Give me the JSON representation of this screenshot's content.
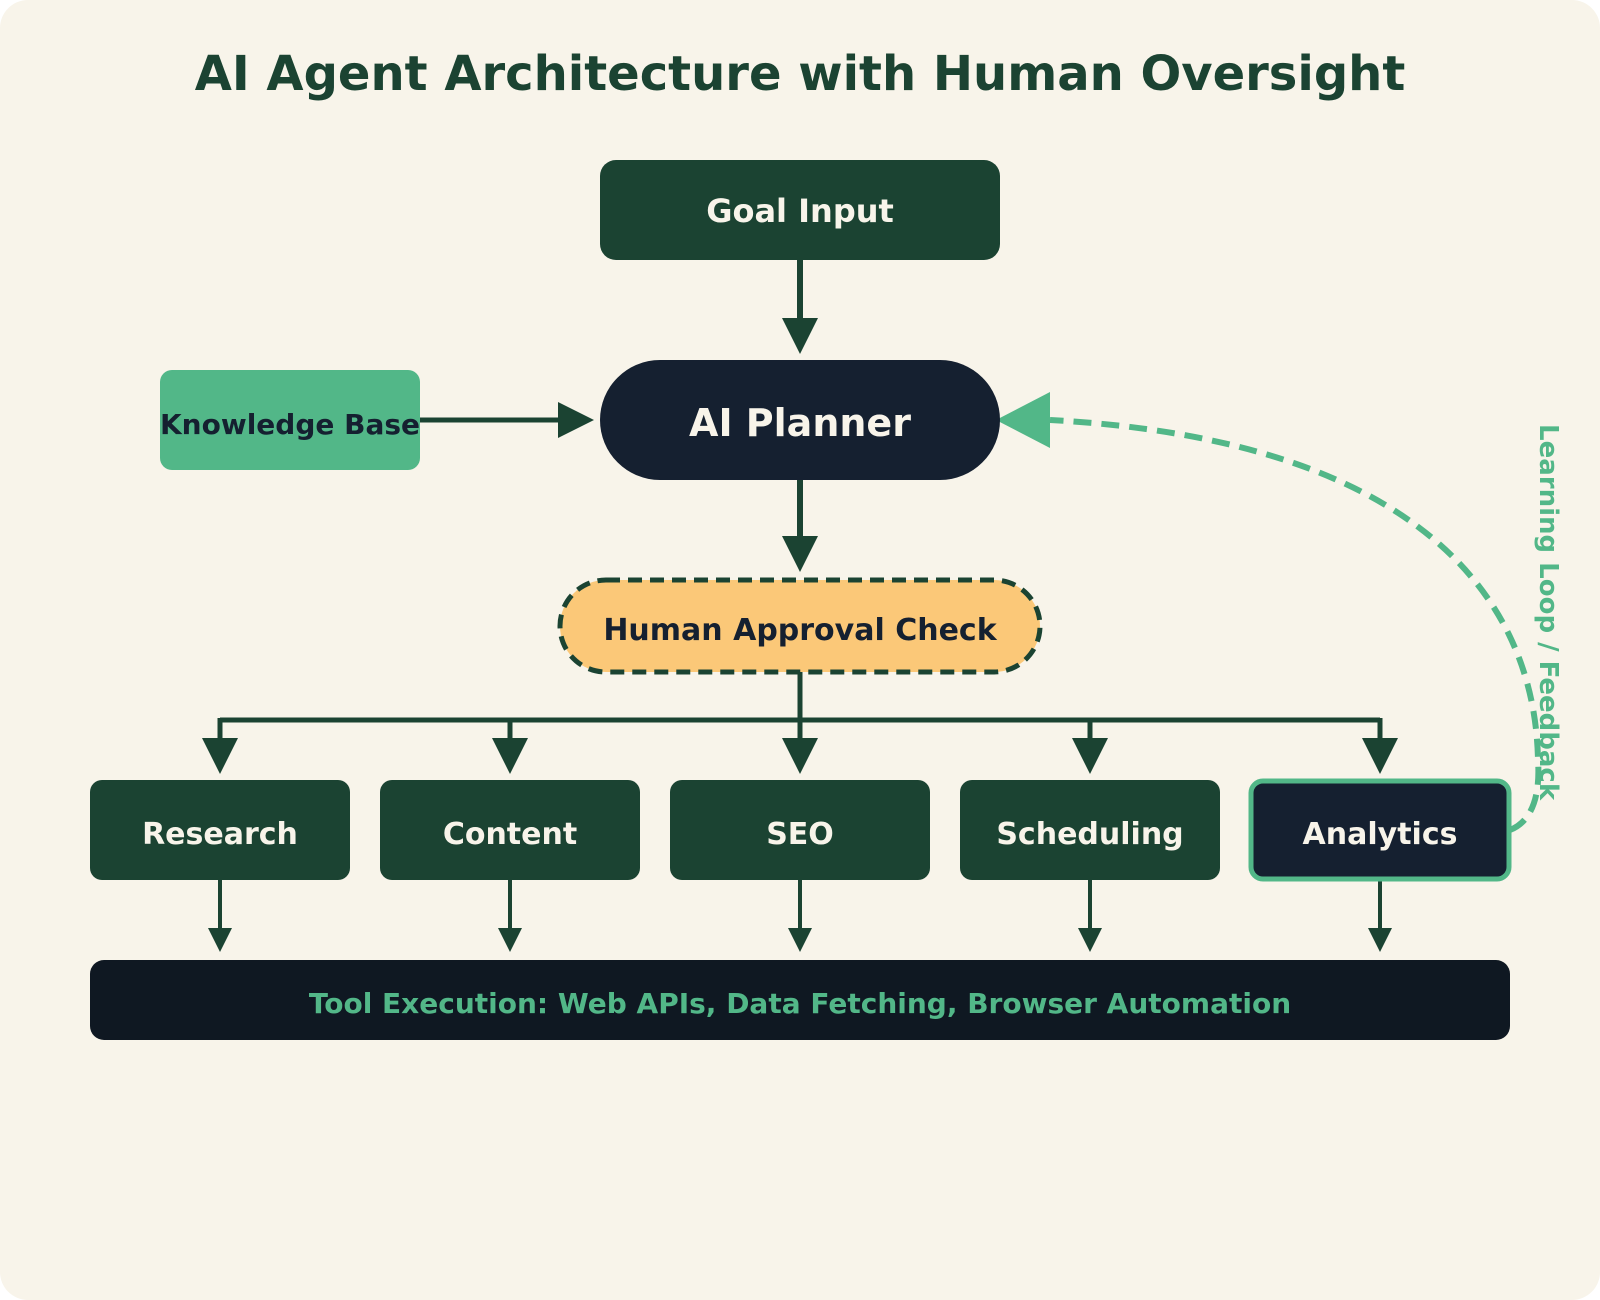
{
  "diagram": {
    "title": "AI Agent Architecture with Human Oversight",
    "nodes": {
      "goal": "Goal Input",
      "knowledge": "Knowledge Base",
      "planner": "AI Planner",
      "approval": "Human Approval Check",
      "research": "Research",
      "content": "Content",
      "seo": "SEO",
      "scheduling": "Scheduling",
      "analytics": "Analytics",
      "tools": "Tool Execution: Web APIs, Data Fetching, Browser Automation"
    },
    "feedback_label": "Learning Loop / Feedback"
  },
  "colors": {
    "background": "#f8f4ea",
    "dark_green": "#1b4332",
    "navy": "#152030",
    "near_black": "#0f1822",
    "accent_green": "#52b788",
    "amber": "#fbc878",
    "light_text": "#f8f4ea"
  }
}
